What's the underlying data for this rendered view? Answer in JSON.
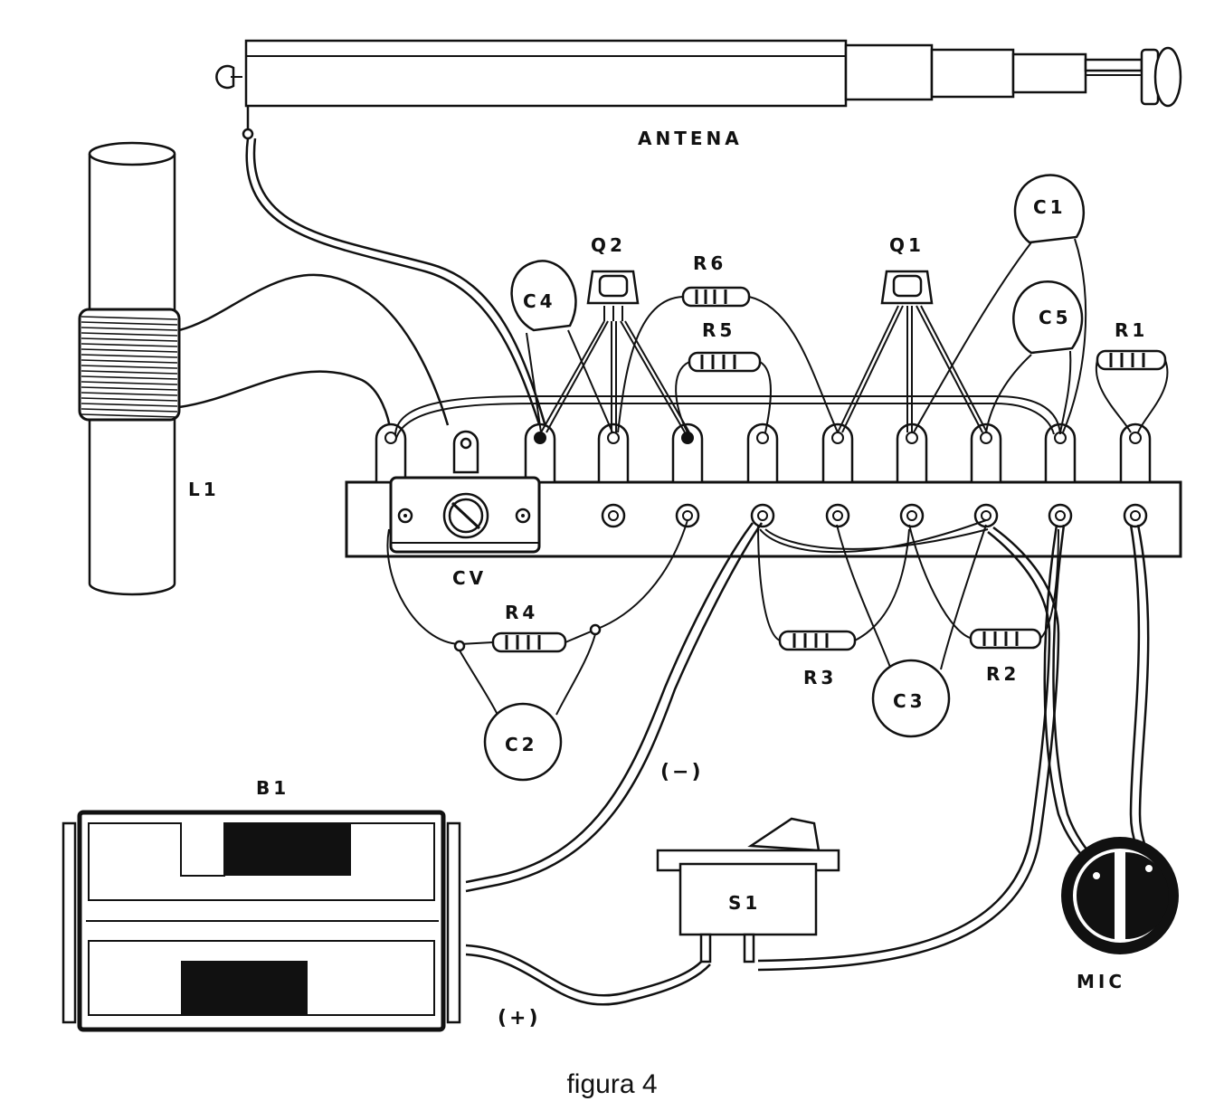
{
  "labels": {
    "antenna": "ANTENA",
    "l1": "L1",
    "c1": "C1",
    "c2": "C2",
    "c3": "C3",
    "c4": "C4",
    "c5": "C5",
    "q1": "Q1",
    "q2": "Q2",
    "r1": "R1",
    "r2": "R2",
    "r3": "R3",
    "r4": "R4",
    "r5": "R5",
    "r6": "R6",
    "cv": "CV",
    "b1": "B1",
    "s1": "S1",
    "mic": "MIC",
    "neg": "(−)",
    "pos": "(+)"
  },
  "caption": "figura 4"
}
